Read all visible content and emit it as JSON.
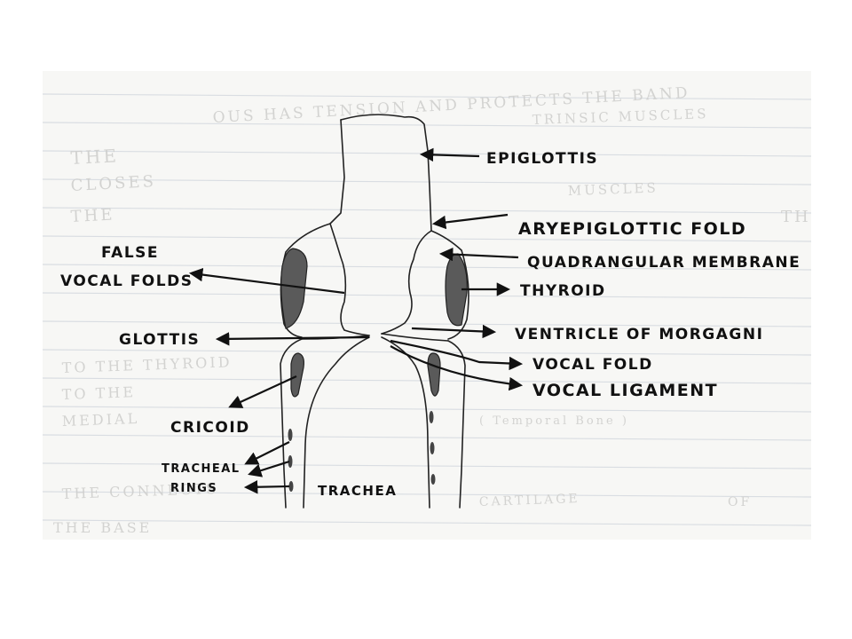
{
  "labels": {
    "epiglottis": "EPIGLOTTIS",
    "aryepiglottic_fold": "ARYEPIGLOTTIC FOLD",
    "quadrangular_membrane": "QUADRANGULAR MEMBRANE",
    "thyroid": "THYROID",
    "ventricle_of_morgagni": "VENTRICLE OF MORGAGNI",
    "vocal_fold": "VOCAL FOLD",
    "vocal_ligament": "VOCAL LIGAMENT",
    "false_vocal_folds_line1": "FALSE",
    "false_vocal_folds_line2": "VOCAL FOLDS",
    "glottis": "GLOTTIS",
    "cricoid": "CRICOID",
    "tracheal_rings_line1": "TRACHEAL",
    "tracheal_rings_line2": "RINGS",
    "trachea": "TRACHEA"
  },
  "colors": {
    "ink": "#111111",
    "cartilage_shading": "#5a5a5a",
    "paper": "#f7f7f5",
    "ruled_line": "#d9dde2"
  }
}
